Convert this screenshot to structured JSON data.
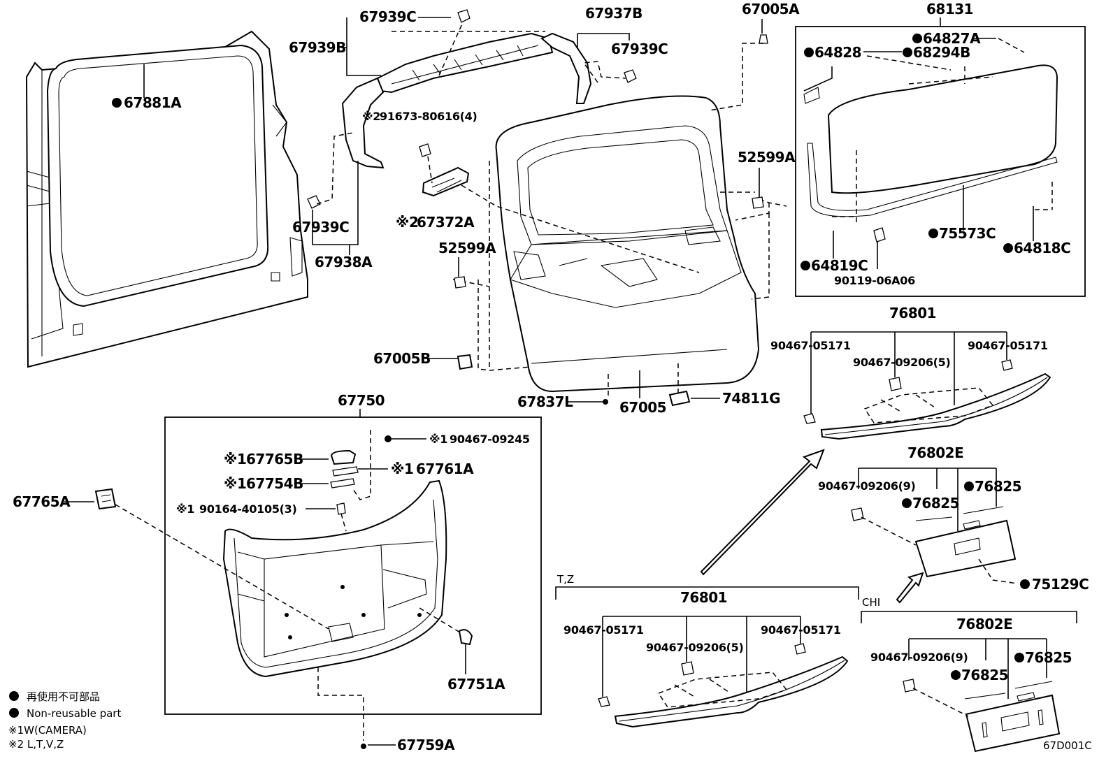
{
  "diagram": {
    "figure_code": "67D001C",
    "labels": {
      "p67881A": "67881A",
      "p67939C_top": "67939C",
      "p67939B": "67939B",
      "p67937B": "67937B",
      "p67939C_right": "67939C",
      "p67005A": "67005A",
      "p68131": "68131",
      "p64827A": "64827A",
      "p64828": "64828",
      "p68294B": "68294B",
      "p91673": "91673-80616(4)",
      "p91673_mark": "※2",
      "p52599A_right": "52599A",
      "p67939C_left": "67939C",
      "p67938A": "67938A",
      "p67372A": "67372A",
      "p67372A_mark": "※2",
      "p52599A_left": "52599A",
      "p75573C": "75573C",
      "p64818C": "64818C",
      "p64819C": "64819C",
      "p90119": "90119-06A06",
      "p76801_top": "76801",
      "p90467_05171_a": "90467-05171",
      "p90467_05171_b": "90467-05171",
      "p90467_09206_top": "90467-09206(5)",
      "p67005B": "67005B",
      "p67837L": "67837L",
      "p67005": "67005",
      "p74811G": "74811G",
      "p67750": "67750",
      "p90467_09245": "90467-09245",
      "p90467_09245_mark": "※1",
      "p67765B": "67765B",
      "p67765B_mark": "※1",
      "p67761A": "67761A",
      "p67761A_mark": "※1",
      "p67754B": "67754B",
      "p67754B_mark": "※1",
      "p90164": "90164-40105(3)",
      "p90164_mark": "※1",
      "p67765A": "67765A",
      "p76802E_top": "76802E",
      "p90467_09206_9_top": "90467-09206(9)",
      "p76825_a": "76825",
      "p76825_b": "76825",
      "p75129C": "75129C",
      "variant_tz": "T,Z",
      "variant_chi": "CHI",
      "p76801_bottom": "76801",
      "p90467_05171_c": "90467-05171",
      "p90467_05171_d": "90467-05171",
      "p90467_09206_bottom": "90467-09206(5)",
      "p76802E_bottom": "76802E",
      "p90467_09206_9_bottom": "90467-09206(9)",
      "p76825_c": "76825",
      "p76825_d": "76825",
      "p67751A": "67751A",
      "p67759A": "67759A"
    },
    "legend": {
      "non_reusable_jp": "再使用不可部品",
      "non_reusable_en": "Non-reusable part",
      "note1": "※1W(CAMERA)",
      "note2": "※2 L,T,V,Z"
    }
  }
}
